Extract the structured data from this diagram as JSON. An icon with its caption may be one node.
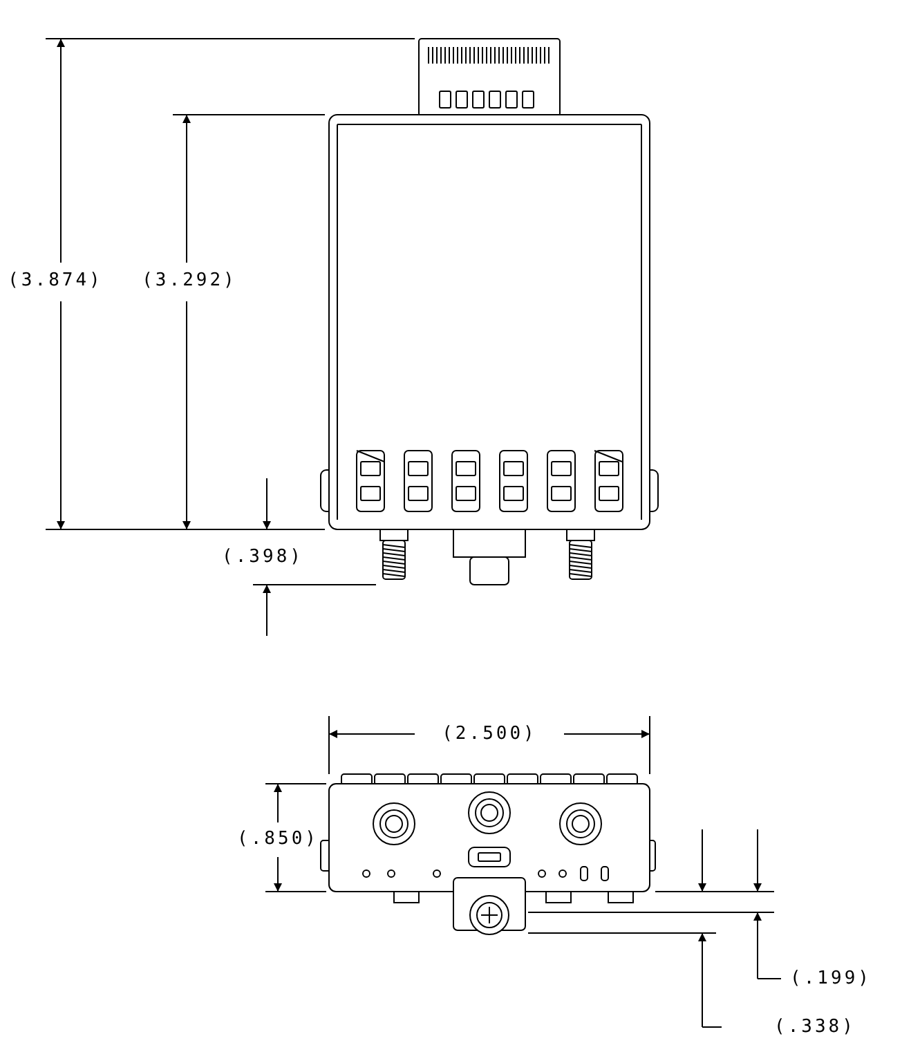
{
  "diagram": {
    "labels": [
      "(3.874)",
      "(3.292)",
      "(.398)",
      "(2.500)",
      "(.850)",
      "(.199)",
      "(.338)"
    ]
  }
}
